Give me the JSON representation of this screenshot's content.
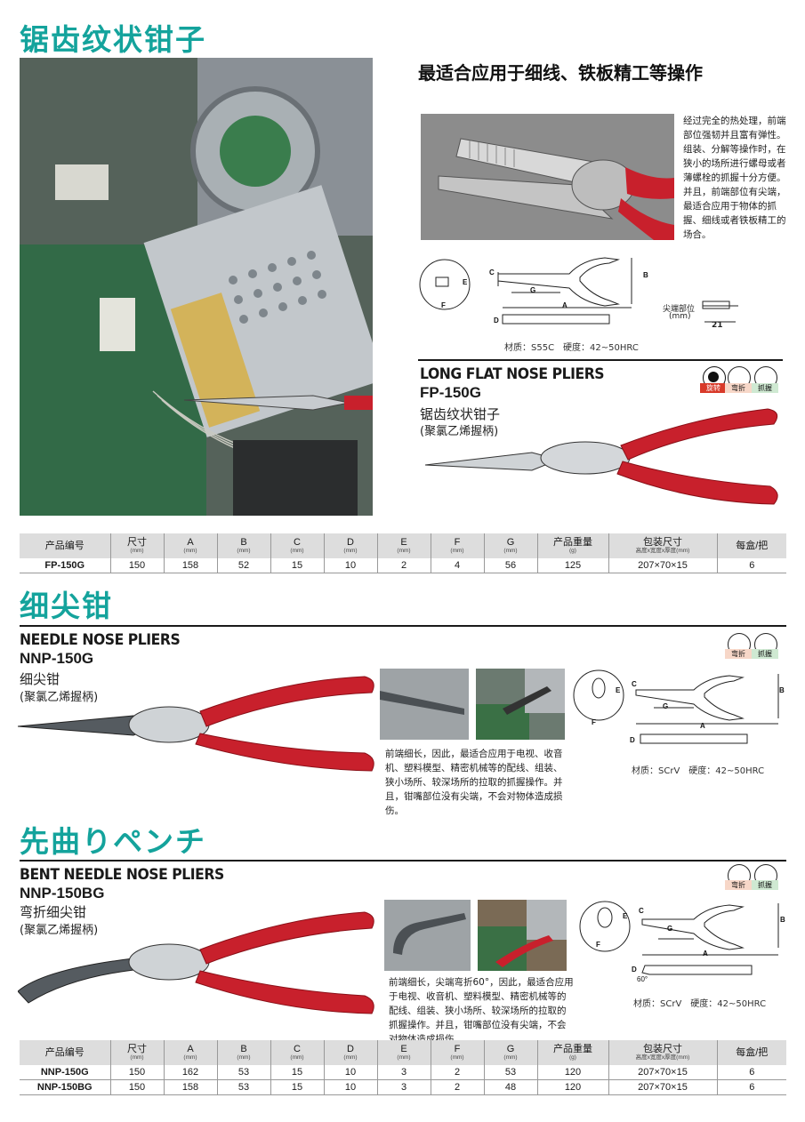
{
  "sections": [
    {
      "title": "锯齿纹状钳子",
      "headline": "最适合应用于细线、铁板精工等操作",
      "description": "经过完全的热处理，前端部位强韧并且富有弹性。组装、分解等操作时，在狭小的场所进行螺母或者薄螺栓的抓握十分方便。并且，前端部位有尖端，最适合应用于物体的抓握、细线或者铁板精工的场合。",
      "material": "材质：S55C　硬度：42~50HRC",
      "tip_label": "尖端部位",
      "tip_unit": "(mm)",
      "tip_dim": "21",
      "en_name": "LONG FLAT NOSE PLIERS",
      "model": "FP-150G",
      "cn_name": "锯齿纹状钳子",
      "grip": "(聚氯乙烯握柄)",
      "badges": [
        "旋转",
        "弯折",
        "抓握"
      ]
    },
    {
      "title": "细尖钳",
      "en_name": "NEEDLE NOSE PLIERS",
      "model": "NNP-150G",
      "cn_name": "细尖钳",
      "grip": "(聚氯乙烯握柄)",
      "badges": [
        "弯折",
        "抓握"
      ],
      "description": "前端细长，因此，最适合应用于电视、收音机、塑料模型、精密机械等的配线、组装、狭小场所、较深场所的拉取的抓握操作。并且，钳嘴部位没有尖端，不会对物体造成损伤。",
      "material": "材质：SCrV　硬度：42~50HRC"
    },
    {
      "title": "先曲りペンチ",
      "en_name": "BENT NEEDLE NOSE PLIERS",
      "model": "NNP-150BG",
      "cn_name": "弯折细尖钳",
      "grip": "(聚氯乙烯握柄)",
      "badges": [
        "弯折",
        "抓握"
      ],
      "description": "前端细长，尖端弯折60°，因此，最适合应用于电视、收音机、塑料模型、精密机械等的配线、组装、狭小场所、较深场所的拉取的抓握操作。并且，钳嘴部位没有尖端，不会对物体造成损伤。",
      "material": "材质：SCrV　硬度：42~50HRC",
      "angle": "60°"
    }
  ],
  "table_header": {
    "code": "产品编号",
    "size": "尺寸",
    "size_u": "(mm)",
    "a": "A",
    "a_u": "(mm)",
    "b": "B",
    "b_u": "(mm)",
    "c": "C",
    "c_u": "(mm)",
    "d": "D",
    "d_u": "(mm)",
    "e": "E",
    "e_u": "(mm)",
    "f": "F",
    "f_u": "(mm)",
    "g": "G",
    "g_u": "(mm)",
    "weight": "产品重量",
    "weight_u": "(g)",
    "pack": "包装尺寸",
    "pack_u": "高度x宽度x厚度(mm)",
    "qty": "每盒/把"
  },
  "table1": [
    {
      "code": "FP-150G",
      "size": "150",
      "a": "158",
      "b": "52",
      "c": "15",
      "d": "10",
      "e": "2",
      "f": "4",
      "g": "56",
      "weight": "125",
      "pack": "207×70×15",
      "qty": "6"
    }
  ],
  "table2": [
    {
      "code": "NNP-150G",
      "size": "150",
      "a": "162",
      "b": "53",
      "c": "15",
      "d": "10",
      "e": "3",
      "f": "2",
      "g": "53",
      "weight": "120",
      "pack": "207×70×15",
      "qty": "6"
    },
    {
      "code": "NNP-150BG",
      "size": "150",
      "a": "158",
      "b": "53",
      "c": "15",
      "d": "10",
      "e": "3",
      "f": "2",
      "g": "48",
      "weight": "120",
      "pack": "207×70×15",
      "qty": "6"
    }
  ],
  "colors": {
    "accent": "#14a39c",
    "grip": "#c8202c",
    "header_bg": "#dddddd"
  }
}
